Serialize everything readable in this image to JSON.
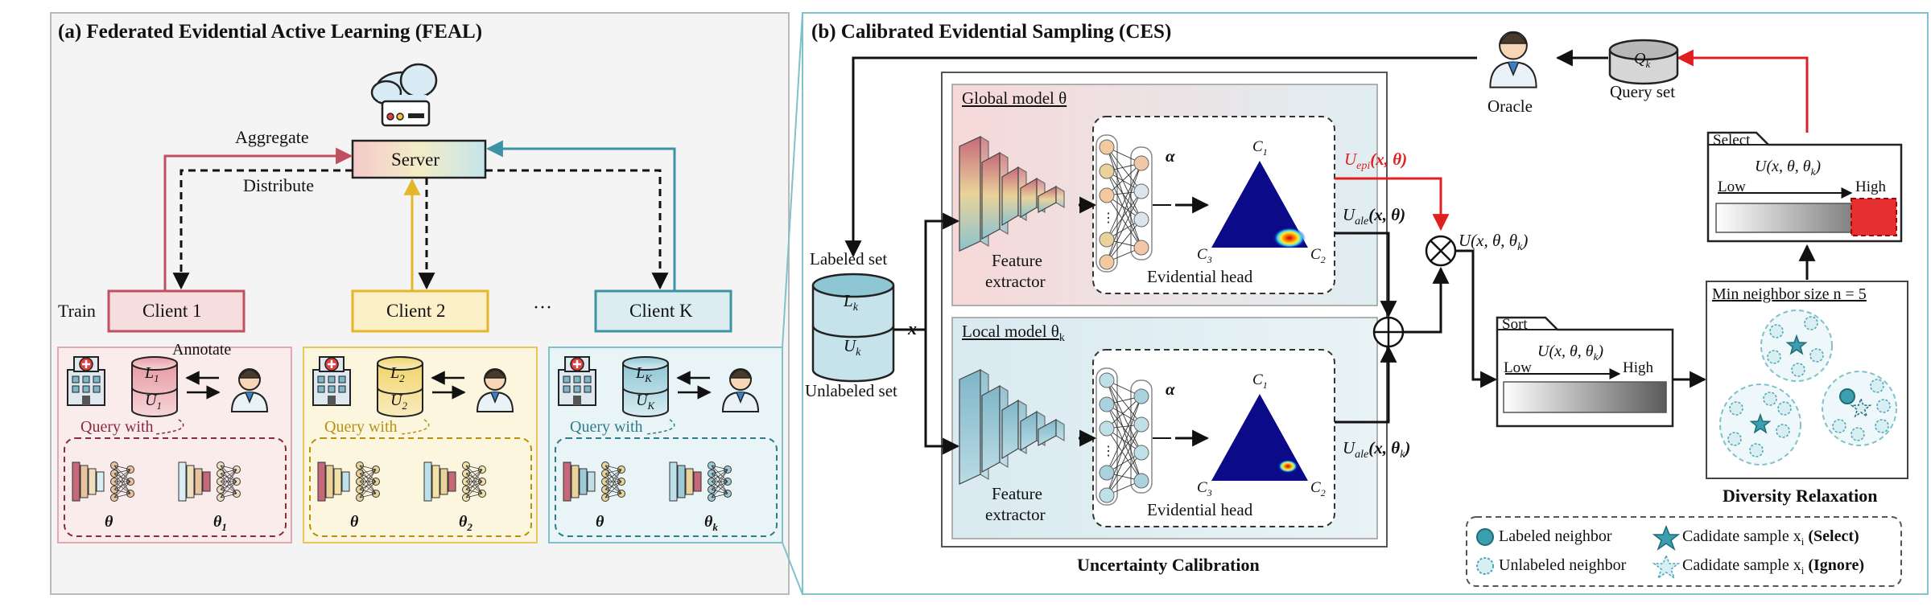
{
  "panel_a": {
    "title": "(a) Federated Evidential Active Learning (FEAL)",
    "server": "Server",
    "aggregate": "Aggregate",
    "distribute": "Distribute",
    "train": "Train",
    "annotate": "Annotate",
    "ellipsis": "···",
    "clients": [
      {
        "name": "Client 1",
        "labeled": "L",
        "labeled_sub": "1",
        "unlabeled": "U",
        "unlabeled_sub": "1",
        "query": "Query with",
        "theta": "θ",
        "theta_k": "θ",
        "theta_k_sub": "1"
      },
      {
        "name": "Client 2",
        "labeled": "L",
        "labeled_sub": "2",
        "unlabeled": "U",
        "unlabeled_sub": "2",
        "query": "Query with",
        "theta": "θ",
        "theta_k": "θ",
        "theta_k_sub": "2"
      },
      {
        "name": "Client K",
        "labeled": "L",
        "labeled_sub": "K",
        "unlabeled": "U",
        "unlabeled_sub": "K",
        "query": "Query with",
        "theta": "θ",
        "theta_k": "θ",
        "theta_k_sub": "k"
      }
    ]
  },
  "panel_b": {
    "title": "(b) Calibrated Evidential Sampling (CES)",
    "labeled_set": "Labeled set",
    "unlabeled_set": "Unlabeled set",
    "lk": "L",
    "lk_sub": "k",
    "uk": "U",
    "uk_sub": "k",
    "x": "x",
    "global_model": "Global model θ",
    "local_model": "Local model θ",
    "local_model_sub": "k",
    "feature_extractor_1": "Feature",
    "feature_extractor_2": "extractor",
    "evidential_head": "Evidential head",
    "alpha": "α",
    "c1": "C",
    "c1_sub": "1",
    "c2": "C",
    "c2_sub": "2",
    "c3": "C",
    "c3_sub": "3",
    "u_epi": "U",
    "u_epi_sub": "epi",
    "u_epi_args": "(x, θ)",
    "u_ale_global": "U",
    "u_ale_sub": "ale",
    "u_ale_global_args": "(x, θ)",
    "u_ale_local_args": "(x, θ",
    "u_ale_local_args_sub": "k",
    "u_ale_local_args_end": ")",
    "u_total": "U(x, θ, θ",
    "u_total_sub": "k",
    "u_total_end": ")",
    "uncertainty_calibration": "Uncertainty Calibration",
    "oracle": "Oracle",
    "query_set": "Query set",
    "qk": "Q",
    "qk_sub": "k",
    "select": "Select",
    "sort": "Sort",
    "low": "Low",
    "high": "High",
    "min_neighbor": "Min neighbor size n = 5",
    "diversity_relaxation": "Diversity Relaxation",
    "legend": {
      "labeled_neighbor": "Labeled neighbor",
      "unlabeled_neighbor": "Unlabeled neighbor",
      "candidate_select": "Cadidate sample x",
      "candidate_select_sub": "i",
      "select_tag": "(Select)",
      "candidate_ignore": "Cadidate sample x",
      "candidate_ignore_sub": "i",
      "ignore_tag": "(Ignore)"
    }
  },
  "colors": {
    "panel_a_border": "#b9b9b9",
    "panel_b_border": "#7fc1cc",
    "client1": "#c0505f",
    "client2": "#e6b62a",
    "clientK": "#3b93a5",
    "epi_red": "#e02020",
    "global_bg": "#f6e3e3",
    "local_bg": "#e3eef3"
  }
}
